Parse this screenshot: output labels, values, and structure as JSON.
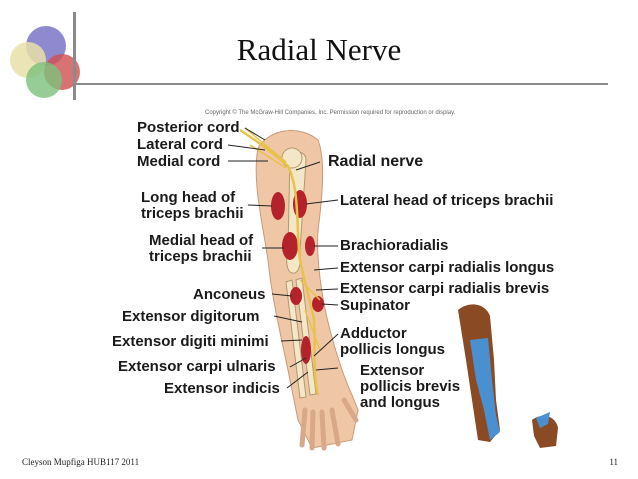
{
  "slide": {
    "title": "Radial Nerve",
    "copyright": "Copyright © The McGraw-Hill Companies, Inc. Permission required for reproduction or display.",
    "footer_left": "Cleyson Mupfiga HUB117 2011",
    "page_number": "11"
  },
  "figure": {
    "left_labels": [
      "Posterior cord",
      "Lateral cord",
      "Medial cord",
      "Long head of",
      "triceps brachii",
      "Medial head of",
      "triceps brachii",
      "Anconeus",
      "Extensor digitorum",
      "Extensor digiti minimi",
      "Extensor carpi ulnaris",
      "Extensor indicis"
    ],
    "right_labels": [
      "Radial nerve",
      "Lateral head of triceps brachii",
      "Brachioradialis",
      "Extensor carpi radialis longus",
      "Extensor carpi radialis brevis",
      "Supinator",
      "Adductor",
      "pollicis longus",
      "Extensor",
      "pollicis brevis",
      "and longus"
    ]
  },
  "colors": {
    "skin": "#efc7a6",
    "muscle": "#b4232b",
    "nerve": "#e8c24a",
    "bone": "#f4e7c8",
    "sensory_region": "#4a8fd0",
    "inset_skin": "#8a4a24"
  }
}
